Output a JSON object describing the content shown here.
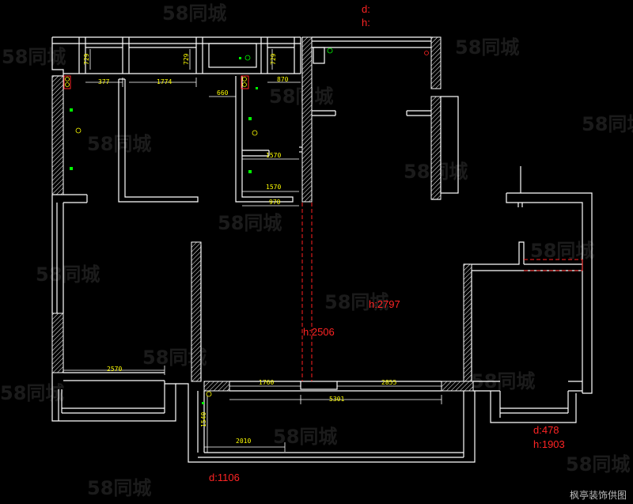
{
  "top_label": {
    "d": "d:",
    "h": "h:"
  },
  "red_labels": {
    "h_2797": "h:2797",
    "h_2506": "h:2506",
    "d_478": "d:478",
    "h_1903": "h:1903",
    "d_1106": "d:1106"
  },
  "dimensions": {
    "d377": "377",
    "d1774": "1774",
    "d660": "660",
    "d870": "870",
    "d1570a": "1570",
    "d1570b": "1570",
    "d970": "970",
    "d2570": "2570",
    "d1760": "1760",
    "d2855": "2855",
    "d5301": "5301",
    "d1540": "1540",
    "d2010": "2010",
    "v729a": "729",
    "v729b": "729",
    "v729c": "729"
  },
  "watermark": "58同城",
  "caption": "枫亭装饰供图",
  "colors": {
    "background": "#000000",
    "walls": "#ffffff",
    "dimension_text": "#ffff00",
    "markers": "#ff2424",
    "fixtures": "#00ff00"
  }
}
